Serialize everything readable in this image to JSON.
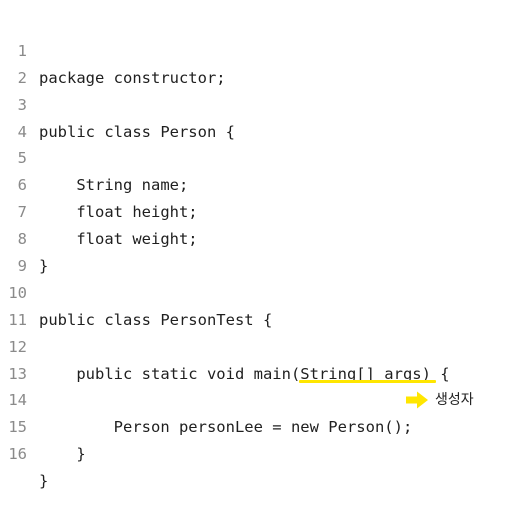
{
  "code": {
    "lines": [
      {
        "number": "1",
        "text": "package constructor;"
      },
      {
        "number": "2",
        "text": ""
      },
      {
        "number": "3",
        "text": "public class Person {"
      },
      {
        "number": "4",
        "text": ""
      },
      {
        "number": "5",
        "text": "    String name;"
      },
      {
        "number": "6",
        "text": "    float height;"
      },
      {
        "number": "7",
        "text": "    float weight;"
      },
      {
        "number": "8",
        "text": "}"
      },
      {
        "number": "9",
        "text": ""
      },
      {
        "number": "10",
        "text": "public class PersonTest {"
      },
      {
        "number": "11",
        "text": ""
      },
      {
        "number": "12",
        "text": "    public static void main(String[] args) {"
      },
      {
        "number": "13",
        "text": ""
      },
      {
        "number": "14",
        "text": "        Person personLee = new Person();"
      },
      {
        "number": "15",
        "text": "    }"
      },
      {
        "number": "16",
        "text": "}"
      }
    ]
  },
  "annotation": {
    "label": "생성자",
    "icon": "arrow-right-icon",
    "color": "#ffe600"
  }
}
